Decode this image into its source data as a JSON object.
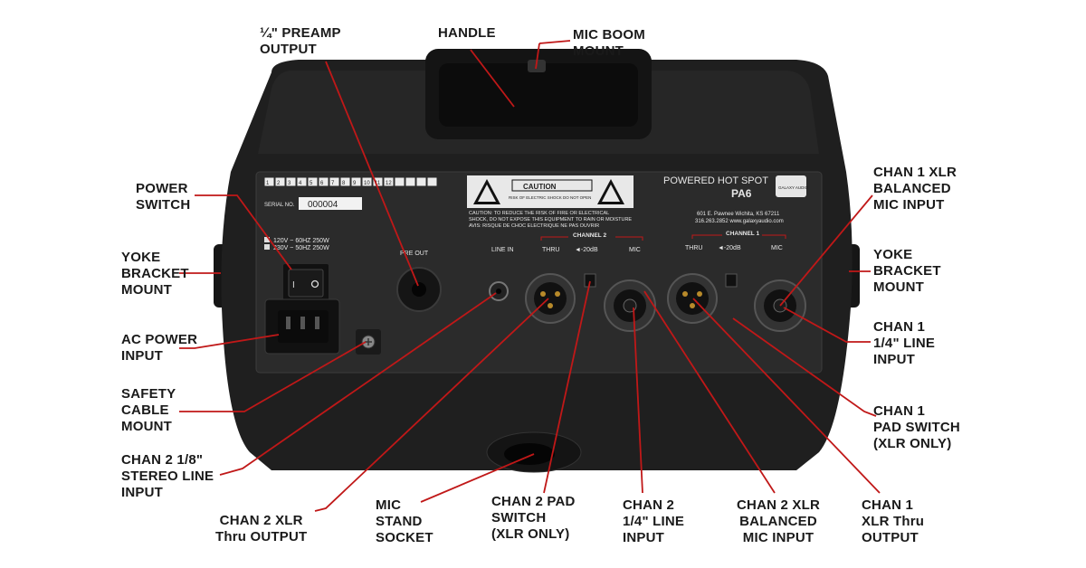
{
  "colors": {
    "leader": "#c01818",
    "body": "#1f1f1f",
    "panel": "#2a2a2a",
    "label_text": "#1a1a1a"
  },
  "callouts": {
    "preamp_output": "¼\" PREAMP\nOUTPUT",
    "handle": "HANDLE",
    "mic_boom_mount": "MIC BOOM\nMOUNT",
    "power_switch": "POWER\nSWITCH",
    "yoke_bracket_left": "YOKE\nBRACKET\nMOUNT",
    "ac_power_input": "AC POWER\nINPUT",
    "safety_cable_mount": "SAFETY\nCABLE\nMOUNT",
    "chan2_stereo_line": "CHAN 2 1/8\"\nSTEREO LINE\nINPUT",
    "chan2_xlr_thru": "CHAN 2 XLR\nThru OUTPUT",
    "mic_stand_socket": "MIC\nSTAND\nSOCKET",
    "chan2_pad_switch": "CHAN 2 PAD\nSWITCH\n(XLR ONLY)",
    "chan2_line_input": "CHAN 2\n1/4\" LINE\nINPUT",
    "chan2_xlr_balanced": "CHAN 2 XLR\nBALANCED\nMIC INPUT",
    "chan1_xlr_thru": "CHAN 1\nXLR Thru\nOUTPUT",
    "chan1_xlr_balanced": "CHAN 1 XLR\nBALANCED\nMIC INPUT",
    "yoke_bracket_right": "YOKE\nBRACKET\nMOUNT",
    "chan1_line_input": "CHAN 1\n1/4\" LINE\nINPUT",
    "chan1_pad_switch": "CHAN 1\nPAD SWITCH\n(XLR ONLY)"
  },
  "panel": {
    "serial_label": "SERIAL NO.",
    "serial_value": "000004",
    "voltage_120": "120V ~ 60HZ  250W",
    "voltage_230": "230V ~ 50HZ  250W",
    "caution_title": "CAUTION",
    "caution_sub": "RISK OF ELECTRIC SHOCK DO NOT OPEN",
    "caution_line1": "CAUTION: TO REDUCE THE RISK OF FIRE OR ELECTRICAL",
    "caution_line2": "SHOCK, DO NOT EXPOSE THIS EQUIPMENT TO RAIN OR MOISTURE",
    "avis": "AVIS: RISQUE DE CHOC ELECTRIQUE NE PAS OUVRIR",
    "brand": "POWERED HOT SPOT",
    "model": "PA6",
    "address": "601 E. Pawnee Wichita, KS 67211",
    "contact": "316.263.2852  www.galaxyaudio.com",
    "logo_text": "GALAXY AUDIO",
    "pre_out": "PRE OUT",
    "line_in": "LINE IN",
    "channel2": "CHANNEL 2",
    "channel1": "CHANNEL 1",
    "thru": "THRU",
    "pad": "◄-20dB",
    "mic": "MIC",
    "serial_boxes": [
      "1",
      "2",
      "3",
      "4",
      "5",
      "6",
      "7",
      "8",
      "9",
      "10",
      "11",
      "12",
      "",
      "",
      "",
      ""
    ]
  }
}
